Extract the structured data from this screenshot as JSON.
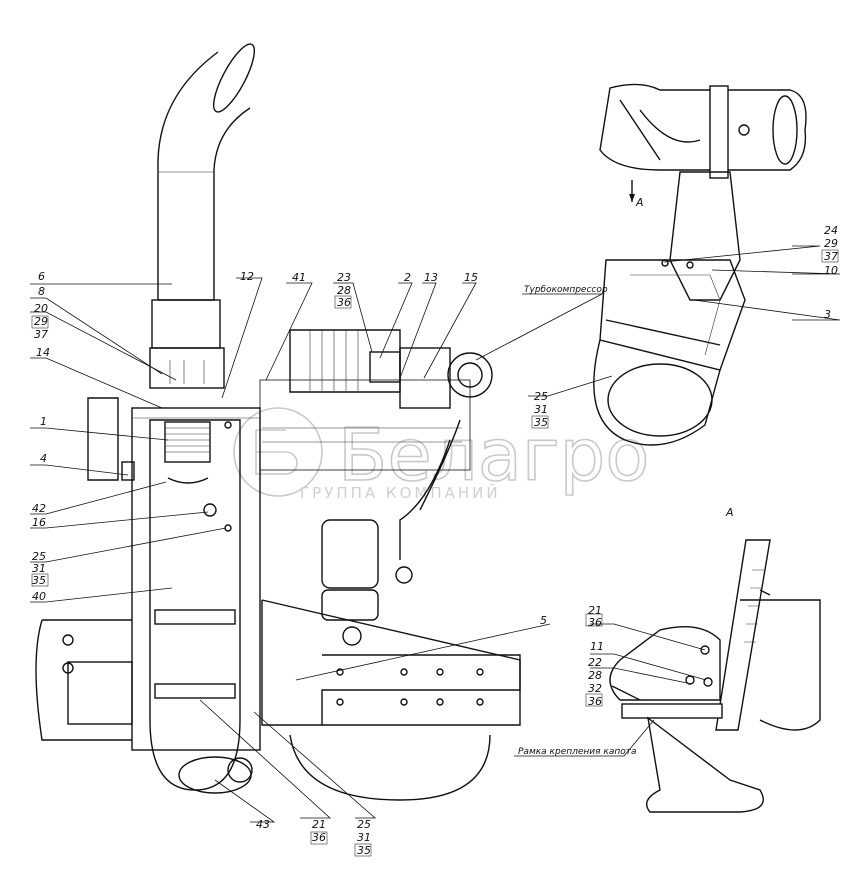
{
  "watermark": {
    "brand": "Белагро",
    "subtitle": "ГРУППА КОМПАНИЙ"
  },
  "labels": {
    "n6": "6",
    "n8": "8",
    "n20": "20",
    "n29a": "29",
    "n37a": "37",
    "n14": "14",
    "n1": "1",
    "n4": "4",
    "n42": "42",
    "n16": "16",
    "n25a": "25",
    "n31a": "31",
    "n35a": "35",
    "n40": "40",
    "n12": "12",
    "n41": "41",
    "n23": "23",
    "n28a": "28",
    "n36a": "36",
    "n2": "2",
    "n13": "13",
    "n15": "15",
    "n5": "5",
    "n43": "43",
    "n21a": "21",
    "n36b": "36",
    "n25b": "25",
    "n31b": "31",
    "n35b": "35",
    "turbo": "Турбокомпрессор",
    "viewA_arrow": "A",
    "n24": "24",
    "n29b": "29",
    "n37b": "37",
    "n10": "10",
    "n3": "3",
    "n25c": "25",
    "n31c": "31",
    "n35c": "35",
    "viewA_title": "A",
    "n21c": "21",
    "n36c": "36",
    "n11": "11",
    "n22": "22",
    "n28b": "28",
    "n32": "32",
    "n36d": "36",
    "frame": "Рамка крепления капота"
  }
}
